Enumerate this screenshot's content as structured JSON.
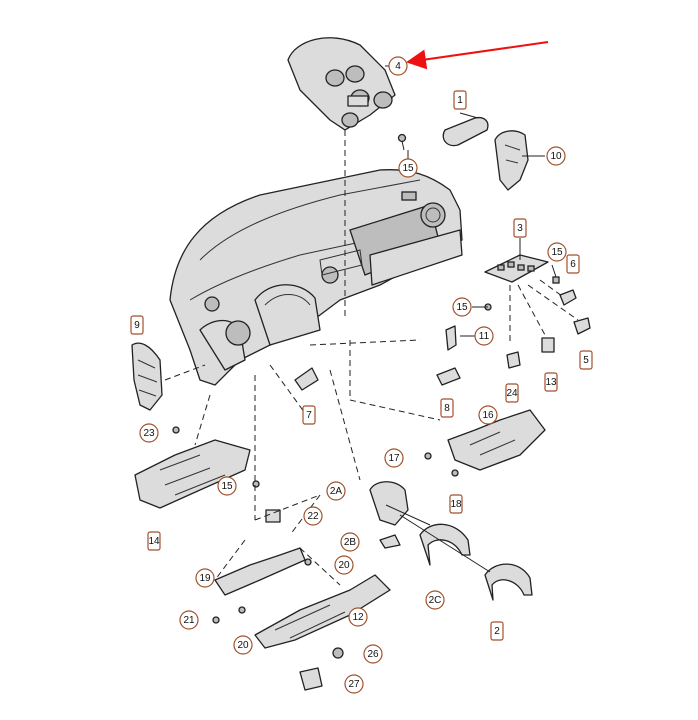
{
  "callouts": [
    {
      "id": "c4",
      "label": "4",
      "shape": "circle"
    },
    {
      "id": "c1",
      "label": "1",
      "shape": "box"
    },
    {
      "id": "c15a",
      "label": "15",
      "shape": "circle"
    },
    {
      "id": "c10",
      "label": "10",
      "shape": "circle"
    },
    {
      "id": "c3",
      "label": "3",
      "shape": "box"
    },
    {
      "id": "c15b",
      "label": "15",
      "shape": "circle"
    },
    {
      "id": "c6",
      "label": "6",
      "shape": "box"
    },
    {
      "id": "c15c",
      "label": "15",
      "shape": "circle"
    },
    {
      "id": "c11",
      "label": "11",
      "shape": "circle"
    },
    {
      "id": "c5",
      "label": "5",
      "shape": "box"
    },
    {
      "id": "c9",
      "label": "9",
      "shape": "box"
    },
    {
      "id": "c24",
      "label": "24",
      "shape": "box"
    },
    {
      "id": "c13",
      "label": "13",
      "shape": "box"
    },
    {
      "id": "c7",
      "label": "7",
      "shape": "box"
    },
    {
      "id": "c8",
      "label": "8",
      "shape": "box"
    },
    {
      "id": "c16",
      "label": "16",
      "shape": "circle"
    },
    {
      "id": "c23",
      "label": "23",
      "shape": "circle"
    },
    {
      "id": "c17",
      "label": "17",
      "shape": "circle"
    },
    {
      "id": "c15d",
      "label": "15",
      "shape": "circle"
    },
    {
      "id": "c18",
      "label": "18",
      "shape": "box"
    },
    {
      "id": "c2A",
      "label": "2A",
      "shape": "circle"
    },
    {
      "id": "c14",
      "label": "14",
      "shape": "box"
    },
    {
      "id": "c22",
      "label": "22",
      "shape": "circle"
    },
    {
      "id": "c2B",
      "label": "2B",
      "shape": "circle"
    },
    {
      "id": "c20a",
      "label": "20",
      "shape": "circle"
    },
    {
      "id": "c19",
      "label": "19",
      "shape": "circle"
    },
    {
      "id": "c2C",
      "label": "2C",
      "shape": "circle"
    },
    {
      "id": "c2",
      "label": "2",
      "shape": "box"
    },
    {
      "id": "c21",
      "label": "21",
      "shape": "circle"
    },
    {
      "id": "c12",
      "label": "12",
      "shape": "circle"
    },
    {
      "id": "c20b",
      "label": "20",
      "shape": "circle"
    },
    {
      "id": "c26",
      "label": "26",
      "shape": "circle"
    },
    {
      "id": "c27",
      "label": "27",
      "shape": "circle"
    }
  ],
  "colors": {
    "callout_border": "#a0522d",
    "highlight_arrow": "#ee1111",
    "part_fill": "#dcdcdc"
  }
}
